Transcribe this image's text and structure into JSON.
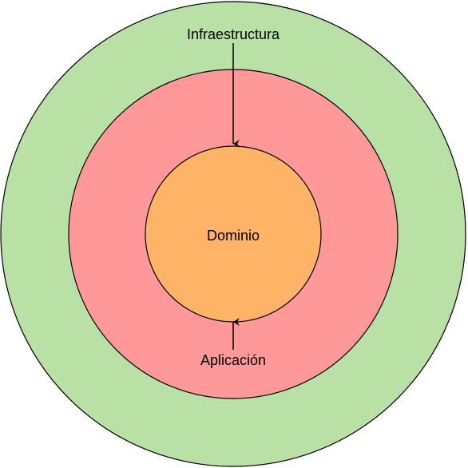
{
  "diagram": {
    "layers": [
      {
        "id": "infraestructura",
        "label": "Infraestructura",
        "fill": "#b9e0a5"
      },
      {
        "id": "aplicacion",
        "label": "Aplicación",
        "fill": "#ff9999"
      },
      {
        "id": "dominio",
        "label": "Dominio",
        "fill": "#ffb366"
      }
    ],
    "stroke": "#000000"
  }
}
